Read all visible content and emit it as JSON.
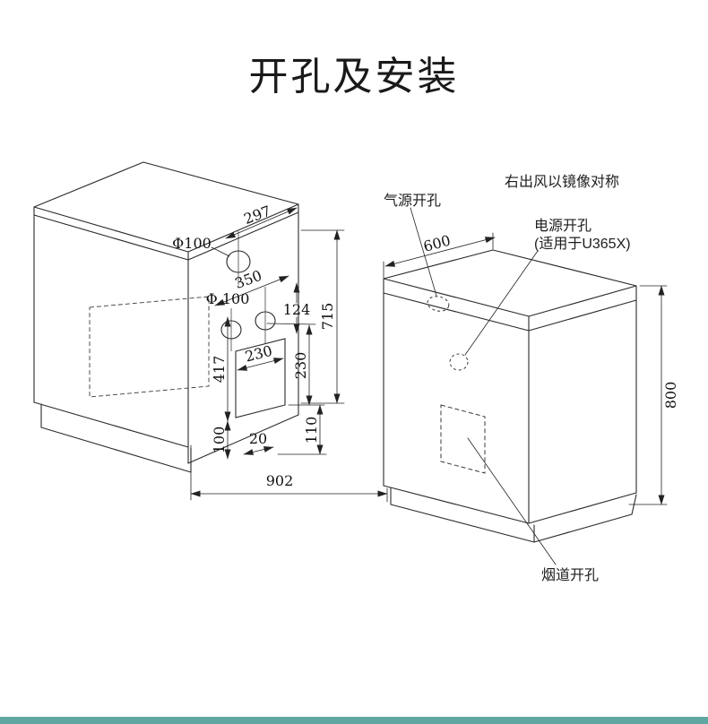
{
  "page": {
    "title": "开孔及安装",
    "footer_color": "#5fa8a1"
  },
  "left_drawing": {
    "labels": {
      "phi_top": "Φ100",
      "phi_mid": "Φ 100"
    },
    "dims": {
      "w297": "297",
      "w350": "350",
      "h124": "124",
      "h715": "715",
      "h417": "417",
      "rect_w": "230",
      "rect_h": "230",
      "h100": "100",
      "off20": "20",
      "h110": "110",
      "span902": "902"
    }
  },
  "right_drawing": {
    "labels": {
      "gas": "气源开孔",
      "mirror": "右出风以镜像对称",
      "power1": "电源开孔",
      "power2": "(适用于U365X)",
      "flue": "烟道开孔"
    },
    "dims": {
      "w600": "600",
      "h800": "800"
    }
  }
}
